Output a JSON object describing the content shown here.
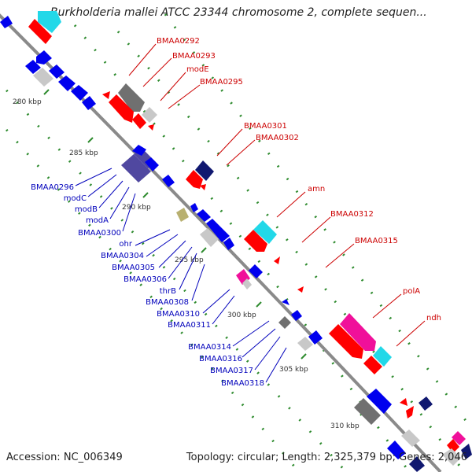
{
  "title": "Burkholderia mallei ATCC 23344 chromosome 2, complete sequen...",
  "footer": {
    "accession": "Accession: NC_006349",
    "summary": "Topology: circular; Length: 2,325,379 bp; Genes: 2,046"
  },
  "colors": {
    "backbone": "#8a8a8a",
    "dots": "#2e8b2e",
    "label_forward": "#cc0000",
    "label_reverse": "#0000bb",
    "red": "#ff0000",
    "blue": "#0000ee",
    "navy": "#101870",
    "slate": "#5048a0",
    "gray": "#707070",
    "lightgray": "#c8c8c8",
    "cyan": "#22d8e8",
    "magenta": "#f0109a",
    "olive": "#b8b070"
  },
  "ticks": [
    "280 kbp",
    "285 kbp",
    "290 kbp",
    "295 kbp",
    "300 kbp",
    "305 kbp",
    "310 kbp"
  ],
  "labels_forward": [
    "BMAA0292",
    "BMAA0293",
    "modE",
    "BMAA0295",
    "BMAA0301",
    "BMAA0302",
    "amn",
    "BMAA0312",
    "BMAA0315",
    "polA",
    "ndh"
  ],
  "labels_reverse": [
    "BMAA0296",
    "modC",
    "modB",
    "modA",
    "BMAA0300",
    "ohr",
    "BMAA0304",
    "BMAA0305",
    "BMAA0306",
    "thrB",
    "BMAA0308",
    "BMAA0310",
    "BMAA0311",
    "BMAA0314",
    "BMAA0316",
    "BMAA0317",
    "BMAA0318"
  ]
}
